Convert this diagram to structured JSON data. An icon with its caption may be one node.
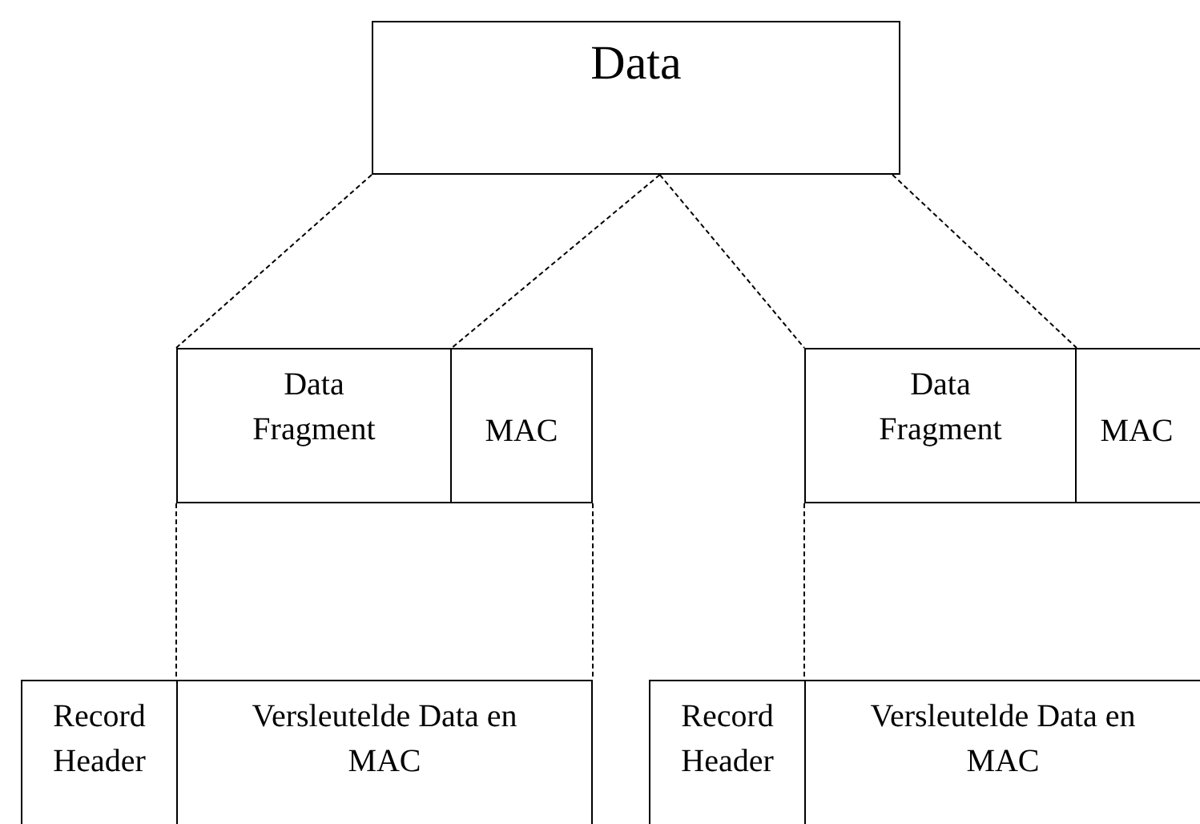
{
  "diagram": {
    "nodes": [
      {
        "text": [
          "Data"
        ]
      },
      {
        "text": [
          "Data Fragment"
        ]
      },
      {
        "text": [
          "MAC"
        ]
      },
      {
        "text": [
          "Data Fragment"
        ]
      },
      {
        "text": [
          "MAC"
        ]
      },
      {
        "text": [
          "Record Header"
        ]
      },
      {
        "text": [
          "Versleutelde Data en MAC"
        ]
      },
      {
        "text": [
          "Record Header"
        ]
      },
      {
        "text": [
          "Versleutelde Data en MAC"
        ]
      }
    ],
    "edges": [
      {
        "from": 0,
        "to": 1,
        "arrow": "none",
        "style": "dashed"
      },
      {
        "from": 0,
        "to": 1,
        "arrow": "none",
        "style": "dashed"
      },
      {
        "from": 0,
        "to": 3,
        "arrow": "none",
        "style": "dashed"
      },
      {
        "from": 0,
        "to": 3,
        "arrow": "none",
        "style": "dashed"
      },
      {
        "from": 1,
        "to": 6,
        "arrow": "none",
        "style": "dashed"
      },
      {
        "from": 2,
        "to": 6,
        "arrow": "none",
        "style": "dashed"
      },
      {
        "from": 3,
        "to": 8,
        "arrow": "none",
        "style": "dashed"
      }
    ]
  }
}
